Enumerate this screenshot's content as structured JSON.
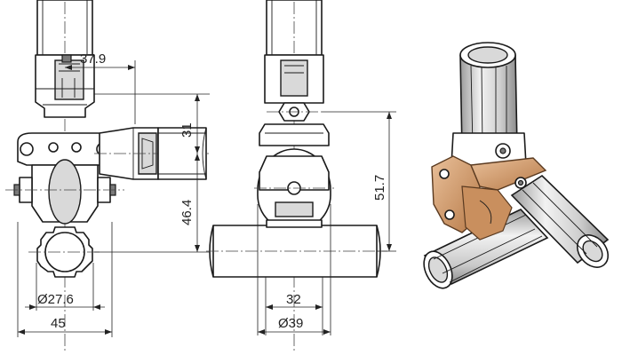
{
  "dimensions": {
    "d1": "37.9",
    "d2": "31",
    "d3": "46.4",
    "d4": "Ø27.6",
    "d5": "45",
    "d6": "51.7",
    "d7": "32",
    "d8": "Ø39"
  },
  "colors": {
    "line": "#1a1a1a",
    "bracket": "#d9a87e",
    "tube_shade": "#cfcfcf"
  }
}
